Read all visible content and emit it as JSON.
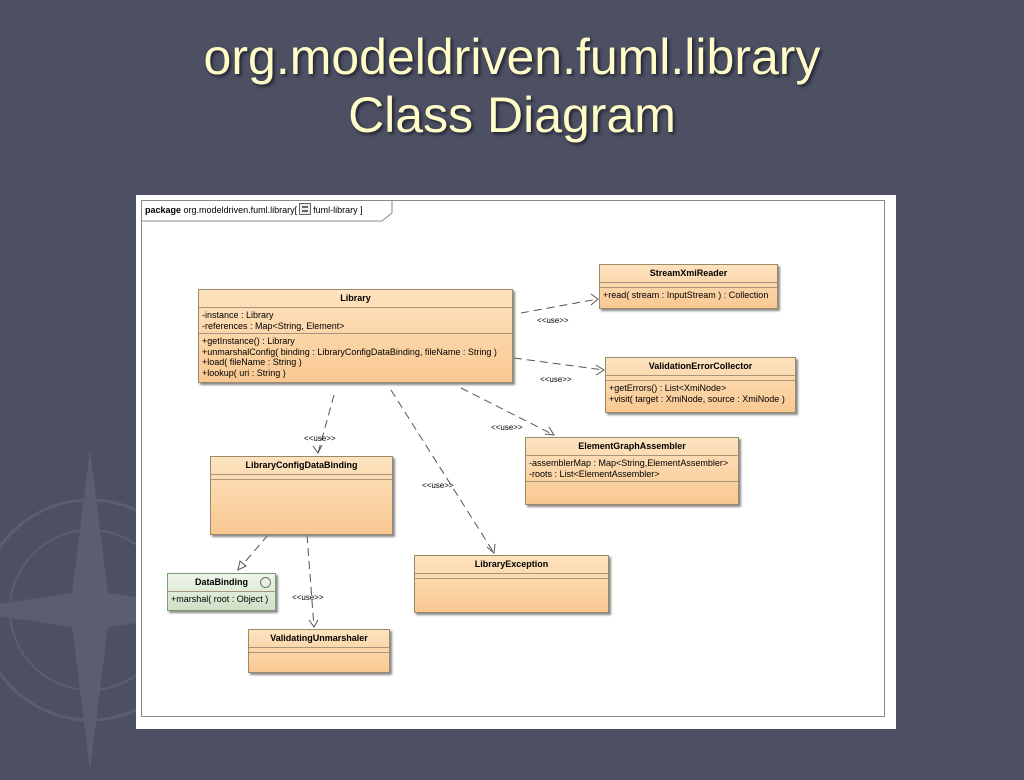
{
  "slide": {
    "title_line1": "org.modeldriven.fuml.library",
    "title_line2": "Class Diagram"
  },
  "diagram": {
    "package_keyword": "package",
    "package_name": "org.modeldriven.fuml.library[",
    "package_tab_suffix": "fuml-library ]",
    "stereotype": "<<use>>",
    "classes": {
      "library": {
        "name": "Library",
        "attributes": [
          "-instance : Library",
          "-references : Map<String, Element>"
        ],
        "operations": [
          "+getInstance() : Library",
          "+unmarshalConfig( binding : LibraryConfigDataBinding, fileName : String )",
          "+load( fileName : String )",
          "+lookup( uri : String )"
        ]
      },
      "stream_xmi_reader": {
        "name": "StreamXmiReader",
        "operations": [
          "+read( stream : InputStream ) : Collection"
        ]
      },
      "validation_error_collector": {
        "name": "ValidationErrorCollector",
        "operations": [
          "+getErrors() : List<XmiNode>",
          "+visit( target : XmiNode, source : XmiNode )"
        ]
      },
      "element_graph_assembler": {
        "name": "ElementGraphAssembler",
        "attributes": [
          "-assemblerMap : Map<String,ElementAssembler>",
          "-roots : List<ElementAssembler>"
        ]
      },
      "library_config_data_binding": {
        "name": "LibraryConfigDataBinding"
      },
      "library_exception": {
        "name": "LibraryException"
      },
      "data_binding": {
        "name": "DataBinding",
        "operations": [
          "+marshal( root : Object )"
        ]
      },
      "validating_unmarshaler": {
        "name": "ValidatingUnmarshaler"
      }
    }
  }
}
